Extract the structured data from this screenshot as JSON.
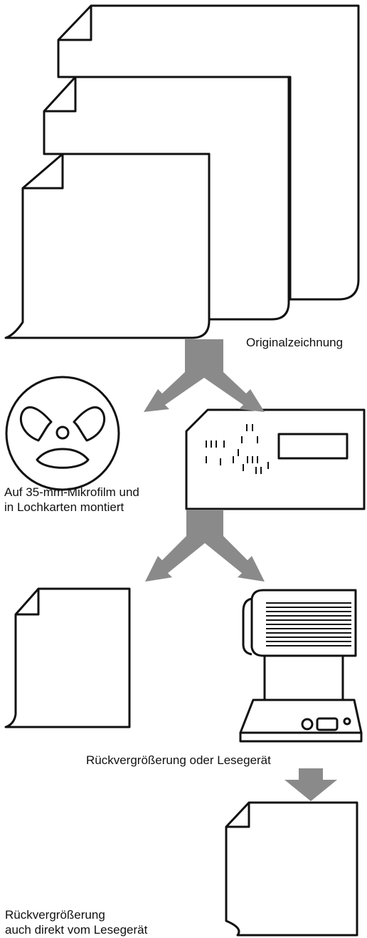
{
  "labels": {
    "original_drawing": "Originalzeichnung",
    "mounted_line1": "Auf 35-mm-Mikrofilm und",
    "mounted_line2": "in Lochkarten montiert",
    "enlargement_or_reader": "Rückvergrößerung oder Lesegerät",
    "direct_line1": "Rückvergrößerung",
    "direct_line2": "auch direkt vom Lesegerät"
  },
  "icons": [
    "document-sheet-icon",
    "film-reel-icon",
    "aperture-punch-card-icon",
    "microfilm-reader-icon",
    "split-arrow-icon",
    "down-arrow-icon"
  ],
  "colors": {
    "ink": "#111111",
    "arrow": "#8a8a8a",
    "paper": "#ffffff"
  }
}
